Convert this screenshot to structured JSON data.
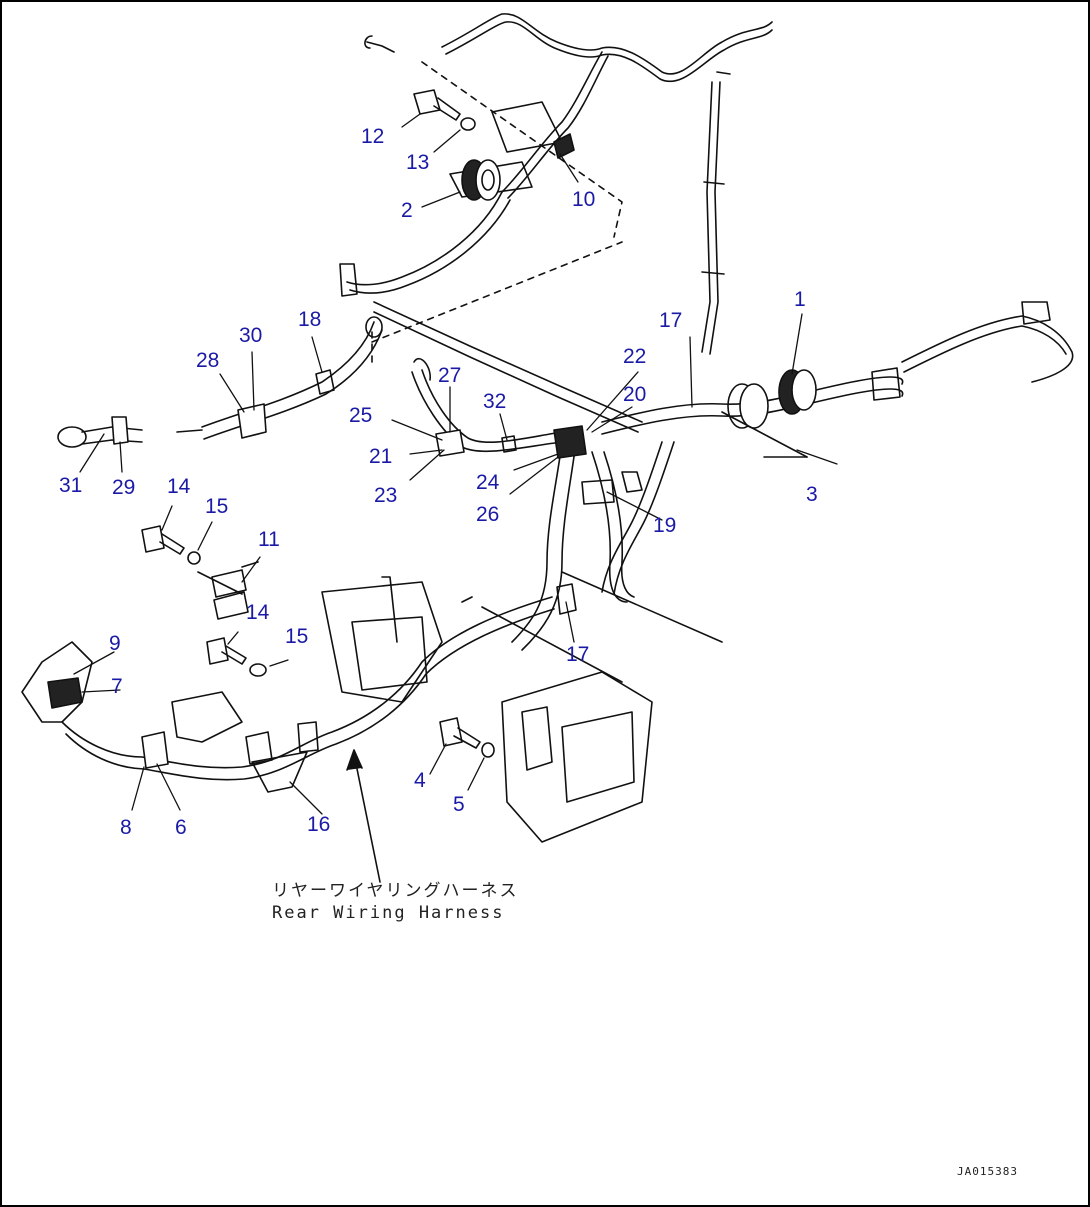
{
  "diagram": {
    "caption_jp": "リヤーワイヤリングハーネス",
    "caption_en": "Rear Wiring Harness",
    "drawing_code": "JA015383",
    "callouts": [
      {
        "id": "c1",
        "label": "1"
      },
      {
        "id": "c2",
        "label": "2"
      },
      {
        "id": "c3",
        "label": "3"
      },
      {
        "id": "c4",
        "label": "4"
      },
      {
        "id": "c5",
        "label": "5"
      },
      {
        "id": "c6",
        "label": "6"
      },
      {
        "id": "c7",
        "label": "7"
      },
      {
        "id": "c8",
        "label": "8"
      },
      {
        "id": "c9",
        "label": "9"
      },
      {
        "id": "c10",
        "label": "10"
      },
      {
        "id": "c11",
        "label": "11"
      },
      {
        "id": "c12",
        "label": "12"
      },
      {
        "id": "c13",
        "label": "13"
      },
      {
        "id": "c14a",
        "label": "14"
      },
      {
        "id": "c14b",
        "label": "14"
      },
      {
        "id": "c15a",
        "label": "15"
      },
      {
        "id": "c15b",
        "label": "15"
      },
      {
        "id": "c16",
        "label": "16"
      },
      {
        "id": "c17a",
        "label": "17"
      },
      {
        "id": "c17b",
        "label": "17"
      },
      {
        "id": "c18",
        "label": "18"
      },
      {
        "id": "c19",
        "label": "19"
      },
      {
        "id": "c20",
        "label": "20"
      },
      {
        "id": "c21",
        "label": "21"
      },
      {
        "id": "c22",
        "label": "22"
      },
      {
        "id": "c23",
        "label": "23"
      },
      {
        "id": "c24",
        "label": "24"
      },
      {
        "id": "c25",
        "label": "25"
      },
      {
        "id": "c26",
        "label": "26"
      },
      {
        "id": "c27",
        "label": "27"
      },
      {
        "id": "c28",
        "label": "28"
      },
      {
        "id": "c29",
        "label": "29"
      },
      {
        "id": "c30",
        "label": "30"
      },
      {
        "id": "c31",
        "label": "31"
      },
      {
        "id": "c32",
        "label": "32"
      }
    ],
    "colors": {
      "callout": "#1a1aa6",
      "line": "#111111"
    }
  }
}
